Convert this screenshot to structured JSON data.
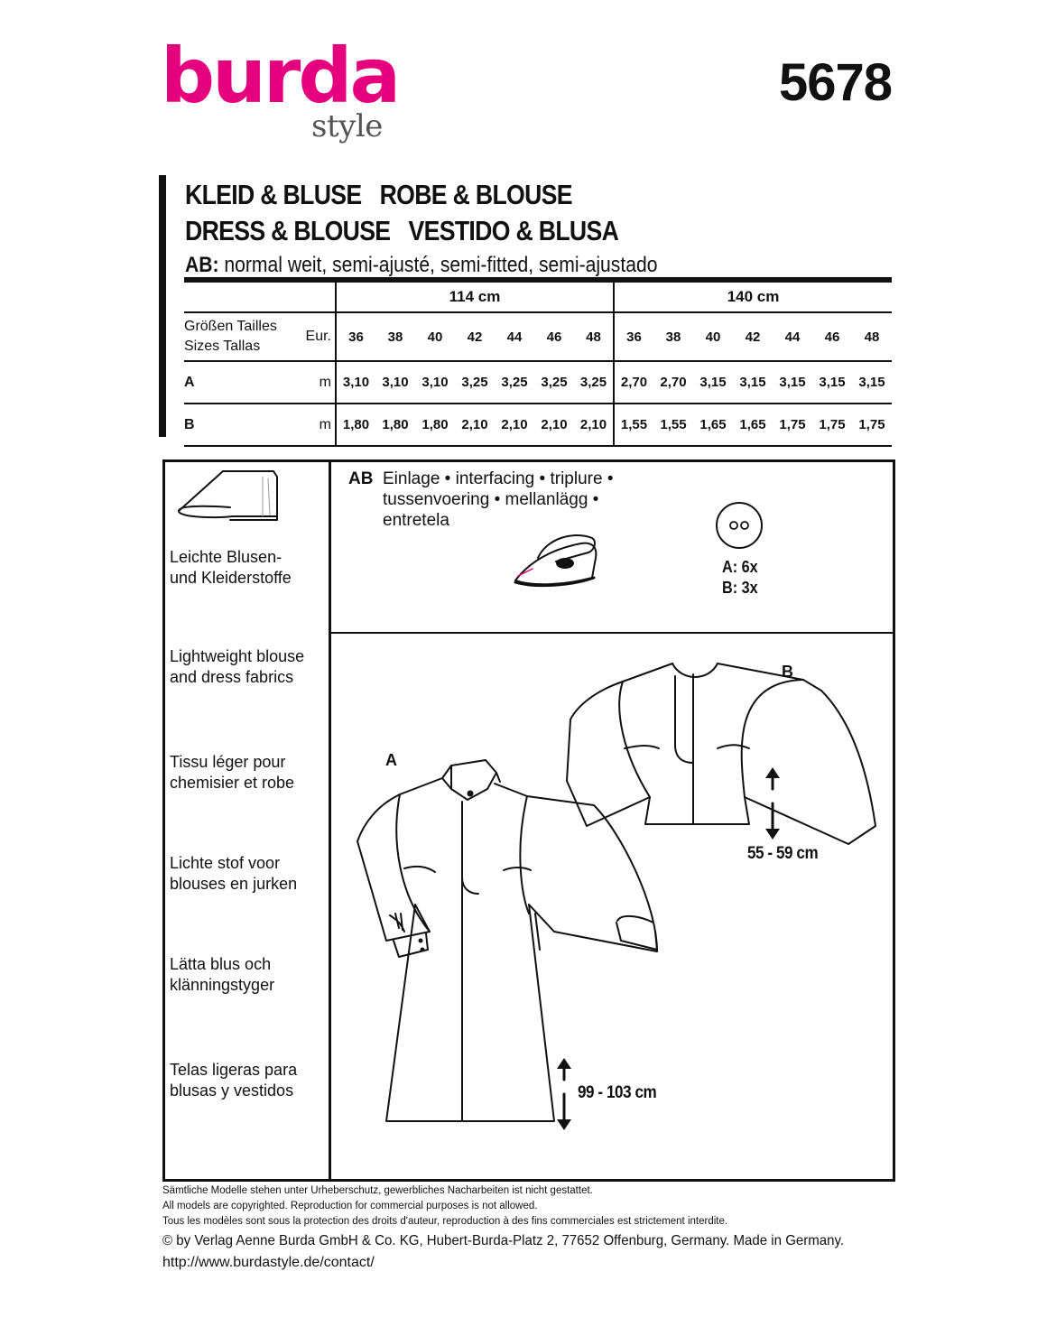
{
  "brand": {
    "name": "burda",
    "sub": "style",
    "color": "#e5007e"
  },
  "pattern_number": "5678",
  "titles": [
    "KLEID & BLUSE   ROBE & BLOUSE",
    "DRESS & BLOUSE   VESTIDO & BLUSA"
  ],
  "fit": {
    "code": "AB:",
    "text": " normal weit, semi-ajusté, semi-fitted, semi-ajustado"
  },
  "size_table": {
    "widths": [
      "114 cm",
      "140 cm"
    ],
    "size_label_1": "Größen  Tailles",
    "size_label_2": "Sizes  Tallas",
    "eur": "Eur.",
    "sizes": [
      "36",
      "38",
      "40",
      "42",
      "44",
      "46",
      "48"
    ],
    "rows": [
      {
        "view": "A",
        "unit": "m",
        "w114": [
          "3,10",
          "3,10",
          "3,10",
          "3,25",
          "3,25",
          "3,25",
          "3,25"
        ],
        "w140": [
          "2,70",
          "2,70",
          "3,15",
          "3,15",
          "3,15",
          "3,15",
          "3,15"
        ]
      },
      {
        "view": "B",
        "unit": "m",
        "w114": [
          "1,80",
          "1,80",
          "1,80",
          "2,10",
          "2,10",
          "2,10",
          "2,10"
        ],
        "w140": [
          "1,55",
          "1,55",
          "1,65",
          "1,65",
          "1,75",
          "1,75",
          "1,75"
        ]
      }
    ]
  },
  "fabrics": [
    [
      "Leichte Blusen-",
      "und Kleiderstoffe"
    ],
    [
      "Lightweight blouse",
      "and dress fabrics"
    ],
    [
      "Tissu léger pour",
      "chemisier et robe"
    ],
    [
      "Lichte stof voor",
      "blouses en jurken"
    ],
    [
      "Lätta blus och",
      "klänningstyger"
    ],
    [
      "Telas ligeras para",
      "blusas y vestidos"
    ]
  ],
  "interfacing": {
    "code": "AB",
    "lines": [
      "Einlage • interfacing • triplure •",
      "tussenvoering • mellanlägg •",
      "entretela"
    ]
  },
  "buttons": {
    "a": "A: 6x",
    "b": "B: 3x"
  },
  "views": {
    "a": "A",
    "b": "B"
  },
  "measures": {
    "b": "55 - 59 cm",
    "a": "99 - 103 cm"
  },
  "footer": {
    "line1": "Sämtliche Modelle stehen unter Urheberschutz, gewerbliches Nacharbeiten ist nicht gestattet.",
    "line2": "All models are copyrighted. Reproduction for commercial purposes is not allowed.",
    "line3": "Tous les modèles sont sous la protection des droits d'auteur, reproduction à des fins commerciales est strictement interdite.",
    "copyright": "© by Verlag Aenne Burda GmbH & Co. KG, Hubert-Burda-Platz 2, 77652 Offenburg, Germany. Made in Germany.",
    "url": "http://www.burdastyle.de/contact/"
  }
}
